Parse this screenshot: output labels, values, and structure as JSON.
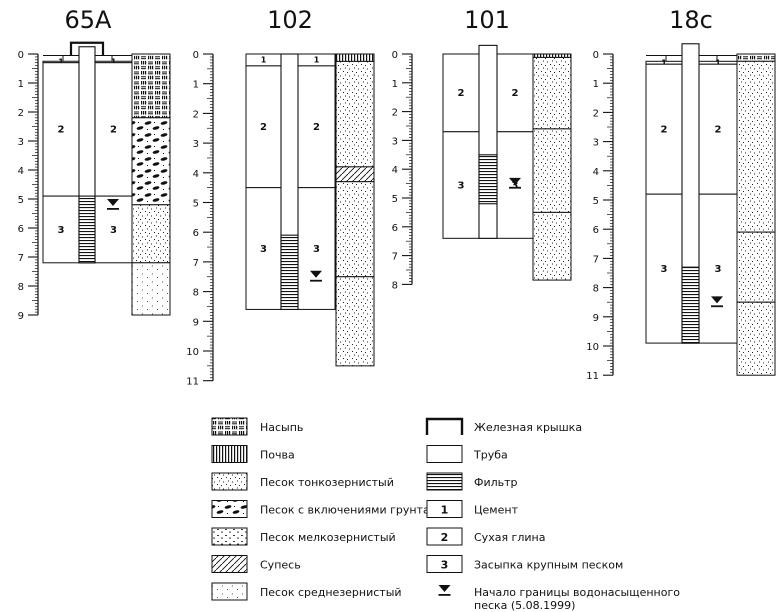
{
  "wells": [
    {
      "name": "65A",
      "depth_scale": {
        "max": 9,
        "ticks": [
          "0",
          "1",
          "2",
          "3",
          "4",
          "5",
          "6",
          "7",
          "8",
          "9"
        ]
      },
      "column_zones": [
        {
          "label": "1",
          "from": 0.25,
          "to": 0.3
        },
        {
          "label": "2",
          "from": 0.3,
          "to": 4.9
        },
        {
          "label": "3",
          "from": 4.9,
          "to": 7.2
        }
      ],
      "casing_top": -0.25,
      "filter": {
        "from": 4.9,
        "to": 7.2
      },
      "water_level": 5.0,
      "iron_cover": true,
      "lithology": [
        {
          "type": "fill",
          "from": 0,
          "to": 2.2
        },
        {
          "type": "sand_soil",
          "from": 2.2,
          "to": 5.2
        },
        {
          "type": "sand_fine",
          "from": 5.2,
          "to": 7.2
        },
        {
          "type": "sand_medium",
          "from": 7.2,
          "to": 9.0
        }
      ]
    },
    {
      "name": "102",
      "depth_scale": {
        "max": 11,
        "ticks": [
          "0",
          "1",
          "2",
          "3",
          "4",
          "5",
          "6",
          "7",
          "8",
          "9",
          "10",
          "11"
        ]
      },
      "column_zones": [
        {
          "label": "1",
          "from": 0,
          "to": 0.4
        },
        {
          "label": "2",
          "from": 0.4,
          "to": 4.5
        },
        {
          "label": "3",
          "from": 4.5,
          "to": 8.6
        }
      ],
      "casing_top": 0,
      "filter": {
        "from": 6.1,
        "to": 8.6
      },
      "water_level": 7.3,
      "iron_cover": false,
      "lithology": [
        {
          "type": "soil",
          "from": 0,
          "to": 0.25
        },
        {
          "type": "sand_fine",
          "from": 0.25,
          "to": 3.8
        },
        {
          "type": "sandy_loam",
          "from": 3.8,
          "to": 4.3
        },
        {
          "type": "sand_fine",
          "from": 4.3,
          "to": 7.5
        },
        {
          "type": "sand_fine",
          "from": 7.5,
          "to": 10.5
        }
      ]
    },
    {
      "name": "101",
      "depth_scale": {
        "max": 8,
        "ticks": [
          "0",
          "1",
          "2",
          "3",
          "4",
          "5",
          "6",
          "7",
          "8"
        ]
      },
      "column_zones": [
        {
          "label": "2",
          "from": 0,
          "to": 2.7
        },
        {
          "label": "3",
          "from": 2.7,
          "to": 6.4
        }
      ],
      "casing_top": -0.3,
      "filter": {
        "from": 3.5,
        "to": 5.2
      },
      "water_level": 4.3,
      "iron_cover": false,
      "lithology": [
        {
          "type": "soil",
          "from": 0,
          "to": 0.12
        },
        {
          "type": "sand_fine",
          "from": 0.12,
          "to": 2.6
        },
        {
          "type": "sand_fine",
          "from": 2.6,
          "to": 5.5
        },
        {
          "type": "sand_fine",
          "from": 5.5,
          "to": 7.85
        }
      ]
    },
    {
      "name": "18c",
      "depth_scale": {
        "max": 11,
        "ticks": [
          "0",
          "1",
          "2",
          "3",
          "4",
          "5",
          "6",
          "7",
          "8",
          "9",
          "10",
          "11"
        ]
      },
      "column_zones": [
        {
          "label": "1",
          "from": 0.25,
          "to": 0.35
        },
        {
          "label": "2",
          "from": 0.35,
          "to": 4.8
        },
        {
          "label": "3",
          "from": 4.8,
          "to": 9.9
        }
      ],
      "casing_top": -0.35,
      "filter": {
        "from": 7.3,
        "to": 9.9
      },
      "water_level": 8.3,
      "iron_cover": false,
      "lithology": [
        {
          "type": "fill",
          "from": 0,
          "to": 0.25
        },
        {
          "type": "sand_fine",
          "from": 0.25,
          "to": 6.1
        },
        {
          "type": "sand_fine",
          "from": 6.1,
          "to": 8.5
        },
        {
          "type": "sand_fine",
          "from": 8.5,
          "to": 11.0
        }
      ]
    }
  ],
  "legend_left": [
    {
      "type": "fill",
      "label": "Насыпь"
    },
    {
      "type": "soil",
      "label": "Почва"
    },
    {
      "type": "sand_fine",
      "label": "Песок тонкозернистый"
    },
    {
      "type": "sand_soil",
      "label": "Песок с включениями грунта"
    },
    {
      "type": "sand_finegrain",
      "label": "Песок мелкозернистый"
    },
    {
      "type": "sandy_loam",
      "label": "Супесь"
    },
    {
      "type": "sand_medium",
      "label": "Песок среднезернистый"
    }
  ],
  "legend_right": [
    {
      "type": "iron_cover",
      "label": "Железная крышка"
    },
    {
      "type": "pipe",
      "label": "Труба"
    },
    {
      "type": "filter",
      "label": "Фильтр"
    },
    {
      "type": "num",
      "symbol": "1",
      "label": "Цемент"
    },
    {
      "type": "num",
      "symbol": "2",
      "label": "Сухая глина"
    },
    {
      "type": "num",
      "symbol": "3",
      "label": "Засыпка крупным песком"
    },
    {
      "type": "water",
      "label": "Начало границы водонасыщенного",
      "label2": "песка (5.08.1999)"
    }
  ],
  "colors": {
    "line": "#111111",
    "background": "#ffffff"
  }
}
